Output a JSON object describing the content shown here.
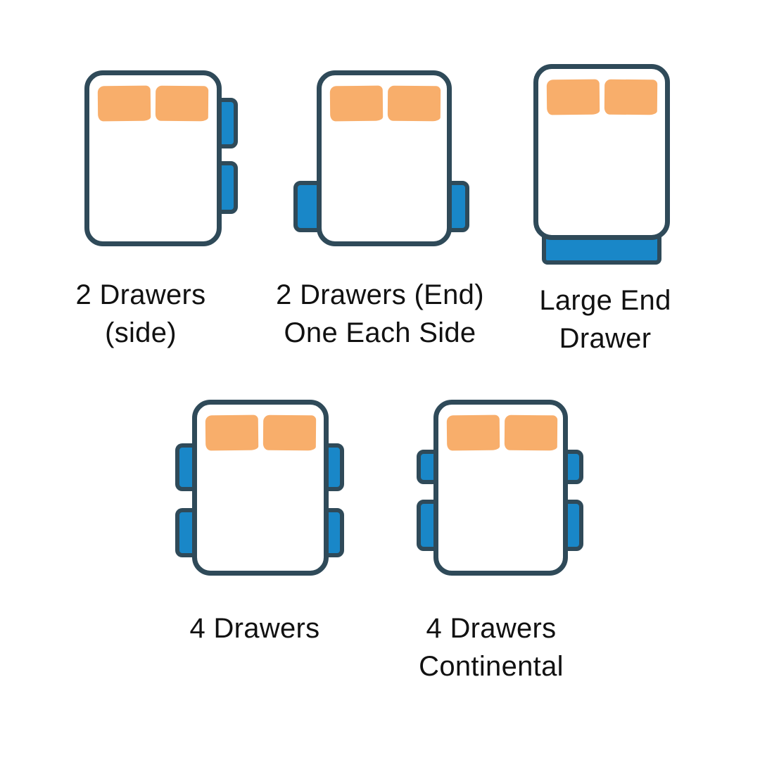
{
  "figure": {
    "background": "#FFFFFF",
    "colors": {
      "outline": "#2F4A59",
      "drawer": "#1987C8",
      "pillow": "#F8AE6B",
      "text": "#111111",
      "bg": "#FFFFFF"
    },
    "options": [
      {
        "id": "2-drawers-side",
        "line1": "2 Drawers",
        "line2": "(side)",
        "drawer_count": 2,
        "drawer_layout": "two-on-right-side"
      },
      {
        "id": "2-drawers-end-one-each-side",
        "line1": "2 Drawers (End)",
        "line2": "One Each Side",
        "drawer_count": 2,
        "drawer_layout": "one-each-side-at-foot-end"
      },
      {
        "id": "large-end-drawer",
        "line1": "Large End",
        "line2": "Drawer",
        "drawer_count": 1,
        "drawer_layout": "full-width-at-foot-end"
      },
      {
        "id": "4-drawers",
        "line1": "4 Drawers",
        "line2": "",
        "drawer_count": 4,
        "drawer_layout": "two-each-side-equal"
      },
      {
        "id": "4-drawers-continental",
        "line1": "4 Drawers",
        "line2": "Continental",
        "drawer_count": 4,
        "drawer_layout": "two-each-side-small-top-large-bottom"
      }
    ]
  }
}
